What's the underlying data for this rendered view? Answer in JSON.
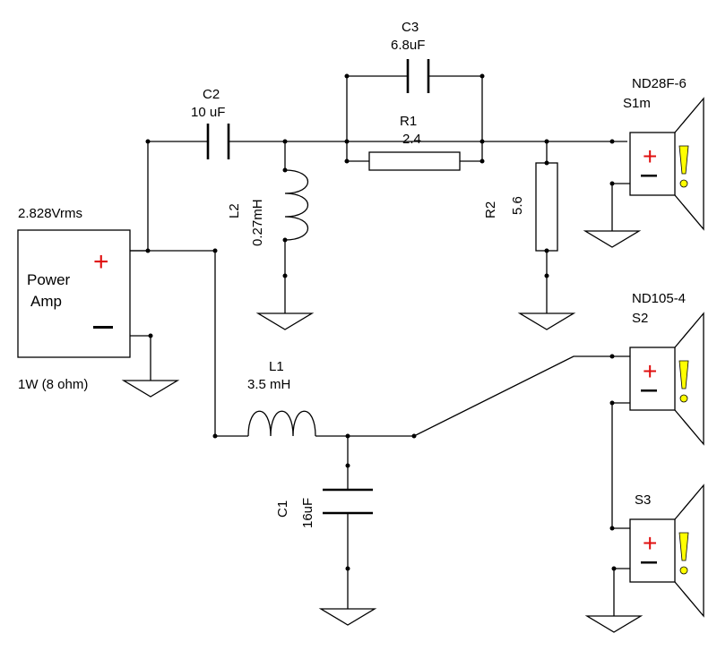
{
  "amplifier": {
    "voltage": "2.828Vrms",
    "title_line1": "Power",
    "title_line2": "Amp",
    "plus": "+",
    "minus": "—",
    "note": "1W (8 ohm)"
  },
  "components": {
    "c1": {
      "ref": "C1",
      "value": "16uF"
    },
    "c2": {
      "ref": "C2",
      "value": "10 uF"
    },
    "c3": {
      "ref": "C3",
      "value": "6.8uF"
    },
    "l1": {
      "ref": "L1",
      "value": "3.5 mH"
    },
    "l2": {
      "ref": "L2",
      "value": "0.27mH"
    },
    "r1": {
      "ref": "R1",
      "value": "2.4"
    },
    "r2": {
      "ref": "R2",
      "value": "5.6"
    }
  },
  "speakers": {
    "s1": {
      "model": "ND28F-6",
      "ref": "S1m"
    },
    "s2": {
      "model": "ND105-4",
      "ref": "S2"
    },
    "s3": {
      "model": "",
      "ref": "S3"
    },
    "plus": "+",
    "minus": "—"
  },
  "colors": {
    "plus": "#e01010",
    "speaker_mark": "#ffff00",
    "wire": "#000000"
  }
}
